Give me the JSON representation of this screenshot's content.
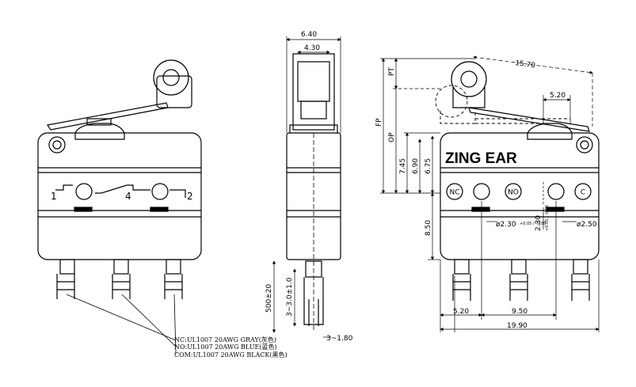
{
  "brand": "ZING EAR",
  "side_view": {
    "pin_labels": [
      "1",
      "4",
      "2"
    ]
  },
  "end_view": {
    "dims": {
      "width_total": "6.40",
      "width_inner": "4.30",
      "lead_length": "500±20",
      "lead_strip": "3~3.0±1.0",
      "wire_offset": "3~1.80"
    }
  },
  "right_view": {
    "terminals": [
      "NC",
      "NO",
      "C"
    ],
    "dims": {
      "lever_length": "15.70",
      "pitch": "5.20",
      "pt": "PT",
      "fp": "FP",
      "op": "OP",
      "h1": "7.45",
      "h2": "6.90",
      "h3": "6.75",
      "h4": "8.50",
      "hole_small": "ø2.30",
      "hole_small_tol": "+0.05 / -0.05",
      "hole_vert": "2.30",
      "hole_vert_tol": "+0.05 / -0.05",
      "hole_large": "ø2.50",
      "bottom_left": "5.20",
      "bottom_mid": "9.50",
      "bottom_total": "19.90"
    }
  },
  "wires": [
    "NC:UL1007  20AWG  GRAY(灰色)",
    "NO:UL1007  20AWG  BLUE(蓝色)",
    "COM:UL1007  20AWG  BLACK(黑色)"
  ]
}
